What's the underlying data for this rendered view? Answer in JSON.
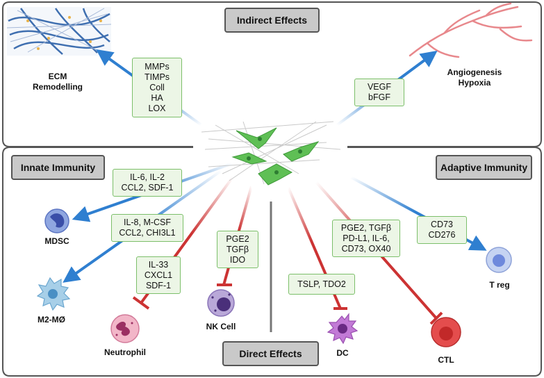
{
  "headers": {
    "indirect": "Indirect Effects",
    "innate": "Innate Immunity",
    "adaptive": "Adaptive Immunity",
    "direct": "Direct Effects"
  },
  "targets": {
    "ecm": [
      "ECM",
      "Remodelling"
    ],
    "angio": [
      "Angiogenesis",
      "Hypoxia"
    ],
    "mdsc": "MDSC",
    "m2": "M2-MØ",
    "neutrophil": "Neutrophil",
    "nk": "NK Cell",
    "dc": "DC",
    "ctl": "CTL",
    "treg": "T reg"
  },
  "mediators": {
    "ecm": [
      "MMPs",
      "TIMPs",
      "Coll",
      "HA",
      "LOX"
    ],
    "angio": [
      "VEGF",
      "bFGF"
    ],
    "mdsc": [
      "IL-6, IL-2",
      "CCL2, SDF-1"
    ],
    "m2": [
      "IL-8, M-CSF",
      "CCL2, CHI3L1"
    ],
    "neutrophil": [
      "IL-33",
      "CXCL1",
      "SDF-1"
    ],
    "nk": [
      "PGE2",
      "TGFβ",
      "IDO"
    ],
    "dc": [
      "TSLP, TDO2"
    ],
    "ctl": [
      "PGE2, TGFβ",
      "PD-L1, IL-6,",
      "CD73, OX40"
    ],
    "treg": [
      "CD73",
      "CD276"
    ]
  },
  "colors": {
    "promote_arrow": "#2f7fd0",
    "inhibit_arrow": "#cc3333",
    "mediator_box": "#ecf6e6",
    "header_box": "#c9c9c9",
    "fibroblast": "#5fbf55"
  },
  "icons": [
    "ecm-fiber-icon",
    "blood-vessel-icon",
    "fibroblast-icon",
    "mdsc-cell-icon",
    "macrophage-icon",
    "neutrophil-icon",
    "nk-cell-icon",
    "dendritic-cell-icon",
    "ctl-cell-icon",
    "treg-cell-icon"
  ]
}
